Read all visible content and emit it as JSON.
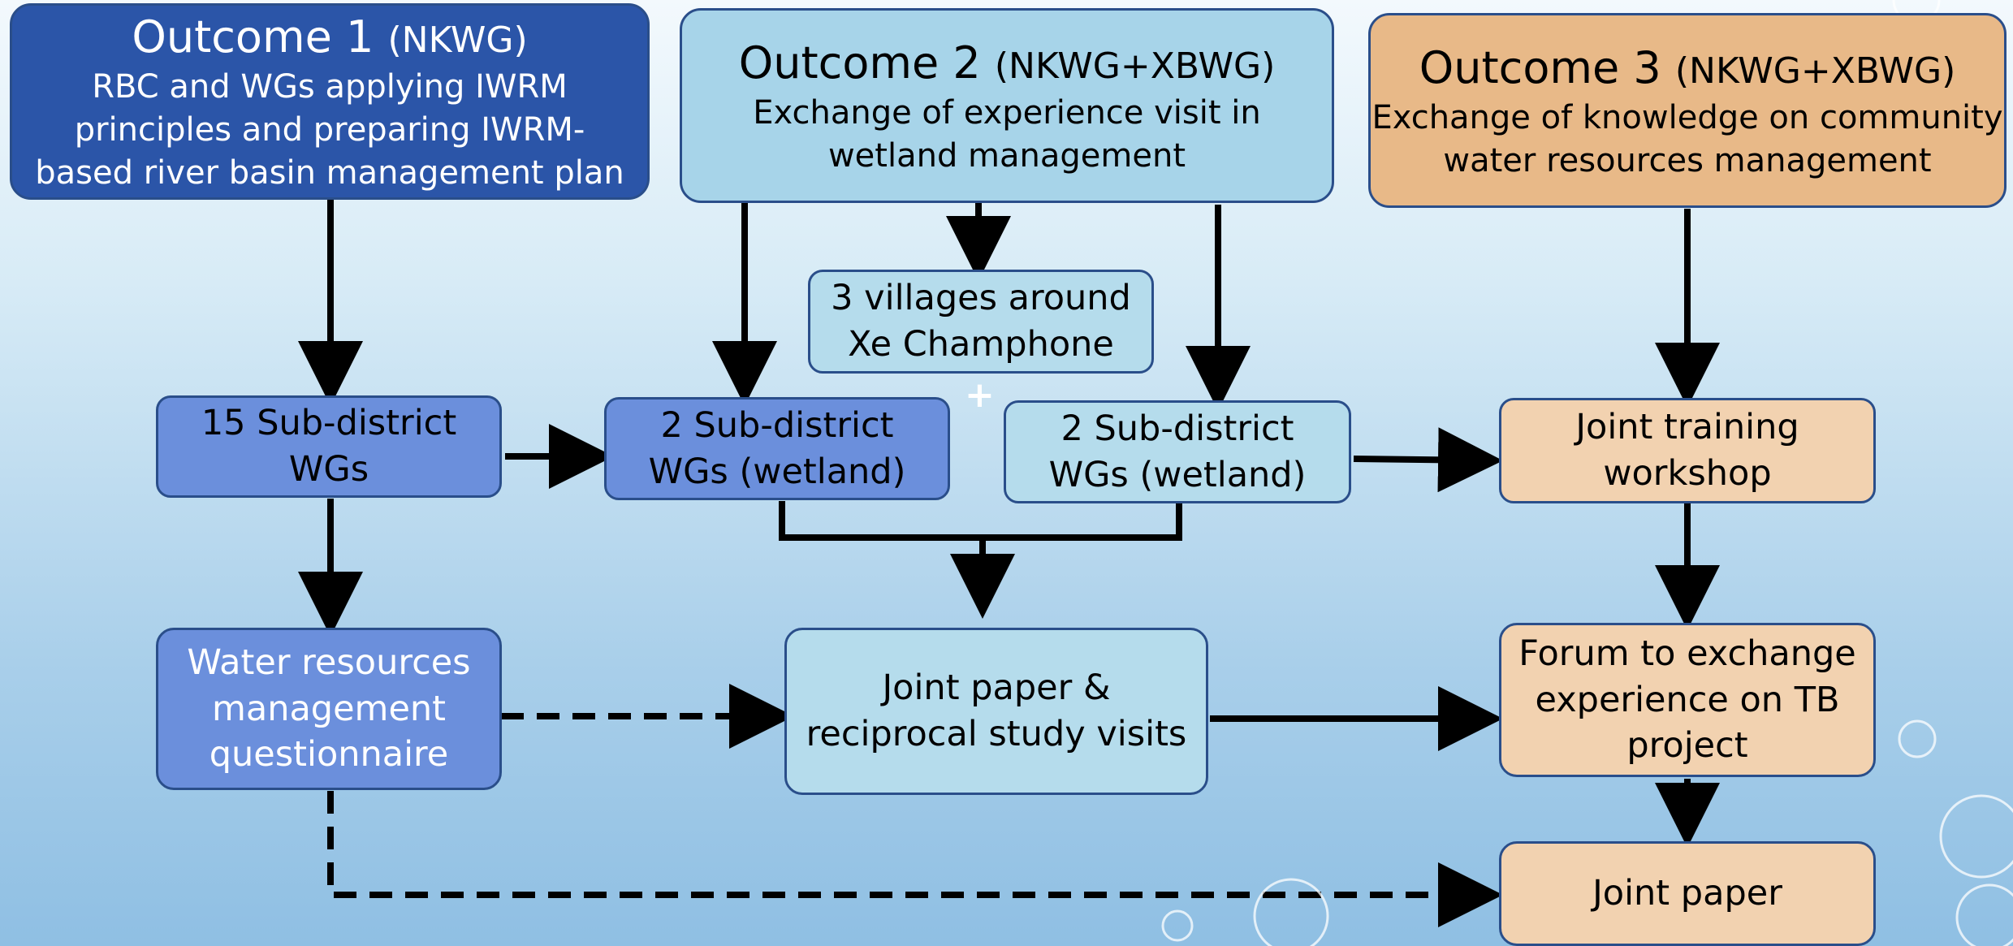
{
  "outcome1": {
    "title_main": "Outcome 1",
    "title_paren": "(NKWG)",
    "desc_line1": "RBC and WGs applying IWRM",
    "desc_line2": "principles and preparing IWRM-",
    "desc_line3": "based river basin management plan"
  },
  "outcome2": {
    "title_main": "Outcome 2",
    "title_paren": "(NKWG+XBWG)",
    "desc_line1": "Exchange of experience visit in",
    "desc_line2": "wetland management"
  },
  "outcome3": {
    "title_main": "Outcome 3",
    "title_paren": "(NKWG+XBWG)",
    "desc_line1": "Exchange of knowledge on community",
    "desc_line2": "water resources management"
  },
  "villages": {
    "line1": "3 villages around",
    "line2": "Xe Champhone"
  },
  "plus_sign": "+",
  "subdistrict15": {
    "line1": "15 Sub-district",
    "line2": "WGs"
  },
  "subdistrict2a": {
    "line1": "2 Sub-district",
    "line2": "WGs (wetland)"
  },
  "subdistrict2b": {
    "line1": "2 Sub-district",
    "line2": "WGs (wetland)"
  },
  "joint_training": {
    "line1": "Joint training",
    "line2": "workshop"
  },
  "questionnaire": {
    "line1": "Water resources",
    "line2": "management",
    "line3": "questionnaire"
  },
  "joint_paper_visits": {
    "line1": "Joint paper &",
    "line2": "reciprocal study visits"
  },
  "forum": {
    "line1": "Forum to exchange",
    "line2": "experience on TB",
    "line3": "project"
  },
  "joint_paper": {
    "line1": "Joint paper"
  },
  "colors": {
    "outcome1_fill": "#2b55a8",
    "outcome2_fill": "#a7d4e9",
    "outcome3_fill": "#e8b988",
    "node_blue_fill": "#6b8fdc",
    "node_light_fill": "#b5dcec",
    "node_peach_fill": "#f2d2b0",
    "border": "#2a4e8a",
    "arrow": "#000000"
  }
}
